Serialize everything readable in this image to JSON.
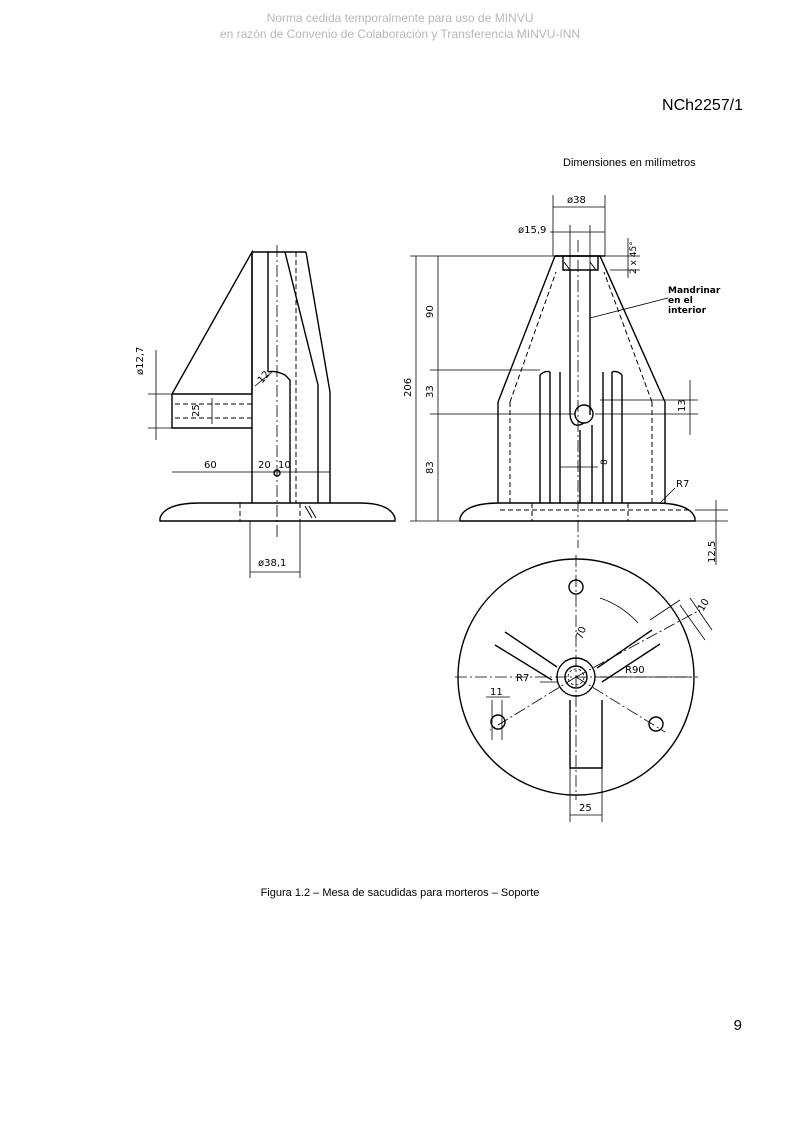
{
  "watermark": {
    "line1": "Norma cedida temporalmente para uso de MINVU",
    "line2": "en razón de Convenio de Colaboración y Transferencia MINVU-INN"
  },
  "header": {
    "standard_code": "NCh2257/1"
  },
  "note": "Dimensiones en milímetros",
  "drawing": {
    "side_view": {
      "d_hole": "ø12,7",
      "hole_width": "25",
      "len_60": "60",
      "len_20": "20",
      "len_10": "10",
      "d_base": "ø38,1",
      "chamfer": "12"
    },
    "front_view": {
      "d_top": "ø38",
      "d_bore": "ø15,9",
      "chamfer": "2 x 45°",
      "h_90": "90",
      "h_33": "33",
      "h_83": "83",
      "h_total": "206",
      "slot_13": "13",
      "slot_8": "8",
      "radius": "R7",
      "base_thk": "12,5",
      "note_line1": "Mandrinar",
      "note_line2": "en el",
      "note_line3": "interior"
    },
    "top_view": {
      "r_70": "70",
      "r_90": "R90",
      "r_7": "R7",
      "d_11": "11",
      "d_10": "10",
      "w_25": "25"
    }
  },
  "caption": "Figura 1.2 – Mesa de sacudidas para morteros – Soporte",
  "page_number": "9"
}
